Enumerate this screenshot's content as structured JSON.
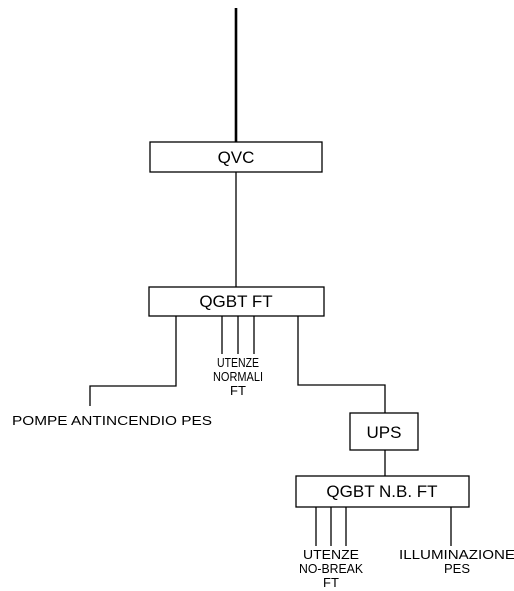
{
  "nodes": {
    "qvc": "QVC",
    "qgbt_ft": "QGBT FT",
    "ups": "UPS",
    "qgbt_nb_ft": "QGBT N.B. FT"
  },
  "loads": {
    "pompe": "POMPE ANTINCENDIO PES",
    "utenze_normali": [
      "UTENZE",
      "NORMALI",
      "FT"
    ],
    "utenze_nobreak": [
      "UTENZE",
      "NO-BREAK",
      "FT"
    ],
    "illuminazione": [
      "ILLUMINAZIONE",
      "PES"
    ]
  }
}
